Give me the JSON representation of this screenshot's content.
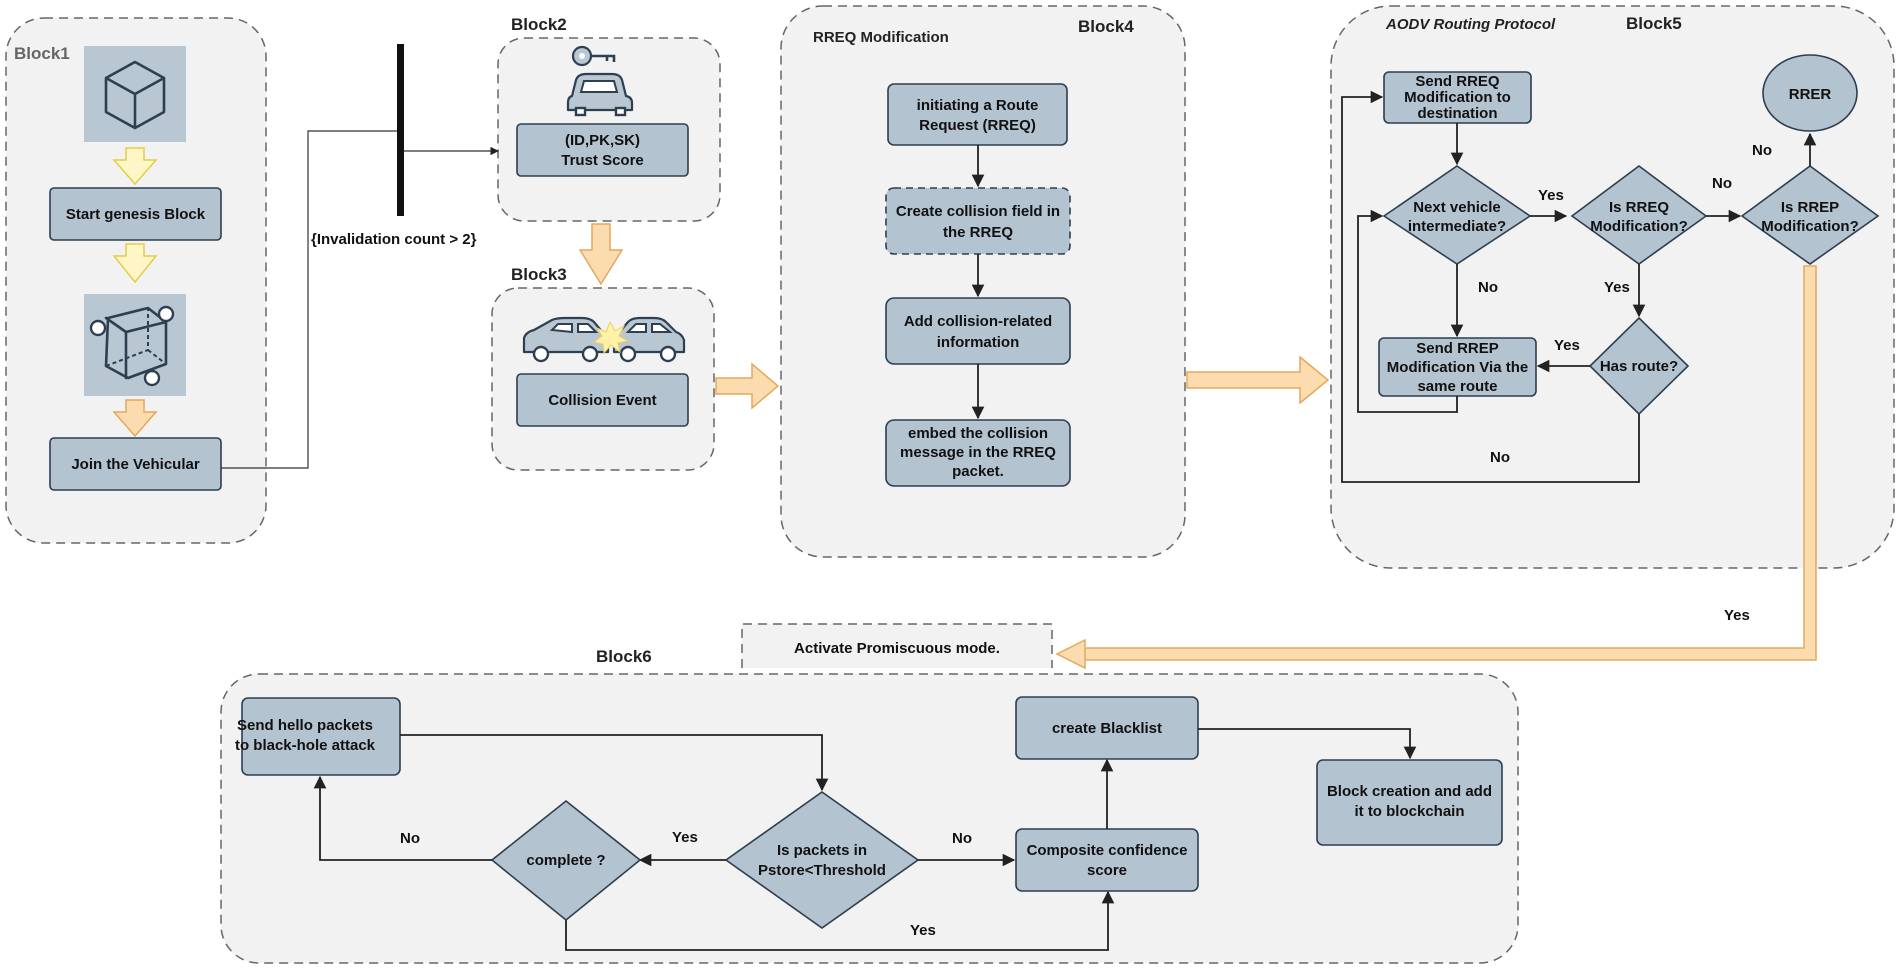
{
  "blocks": {
    "b1": "Block1",
    "b2": "Block2",
    "b3": "Block3",
    "b4": "Block4",
    "b5": "Block5",
    "b6": "Block6"
  },
  "block4_subtitle": "RREQ Modification",
  "block5_subtitle": "AODV Routing Protocol",
  "icons": [
    "cube-icon",
    "node-cube-icon",
    "car-key-icon",
    "car-collision-icon"
  ],
  "block1": {
    "start_genesis": "Start genesis Block",
    "join": "Join the Vehicular"
  },
  "condition": "{Invalidation count > 2}",
  "block2": {
    "trust_line1": "(ID,PK,SK)",
    "trust_line2": "Trust Score"
  },
  "block3": {
    "collision_event": "Collision Event"
  },
  "block4": {
    "initiate": [
      "initiating a Route",
      "Request (RREQ)"
    ],
    "create_field": [
      "Create collision field in",
      "the RREQ"
    ],
    "add_info": [
      "Add collision-related",
      "information"
    ],
    "embed": [
      "embed the collision",
      "message in the RREQ",
      "packet."
    ]
  },
  "block5": {
    "send_rreq": [
      "Send RREQ",
      "Modification to",
      "destination"
    ],
    "next_vehicle": [
      "Next vehicle",
      "intermediate?"
    ],
    "is_rreq": [
      "Is RREQ",
      "Modification?"
    ],
    "is_rrep": [
      "Is RREP",
      "Modification?"
    ],
    "rrer": "RRER",
    "has_route": "Has route?",
    "send_rrep": [
      "Send RREP",
      "Modification Via the",
      "same route"
    ],
    "labels": {
      "yes_next_to_rreq": "Yes",
      "no_rreq_to_rrep": "No",
      "no_rrep_to_rrer": "No",
      "no_next_down": "No",
      "yes_rreq_down": "Yes",
      "yes_has_route": "Yes",
      "no_has_route": "No",
      "yes_rrep_out": "Yes"
    }
  },
  "promiscuous": "Activate Promiscuous mode.",
  "block6": {
    "send_hello": [
      "Send hello packets",
      "to black-hole attack"
    ],
    "is_packets": [
      "Is packets in",
      "Pstore<Threshold"
    ],
    "complete": "complete ?",
    "composite": [
      "Composite confidence",
      "score"
    ],
    "blacklist": "create Blacklist",
    "block_creation": [
      "Block creation and add",
      "it to blockchain"
    ],
    "labels": {
      "yes_to_complete": "Yes",
      "no_to_composite": "No",
      "no_to_hello": "No",
      "yes_to_composite": "Yes"
    }
  },
  "colors": {
    "node_fill": "#b4c3d0",
    "node_stroke": "#2c3e50",
    "block_fill": "#f2f2f2",
    "orange_arrow": "#fcdcae",
    "yellow_arrow": "#fff6c8"
  }
}
